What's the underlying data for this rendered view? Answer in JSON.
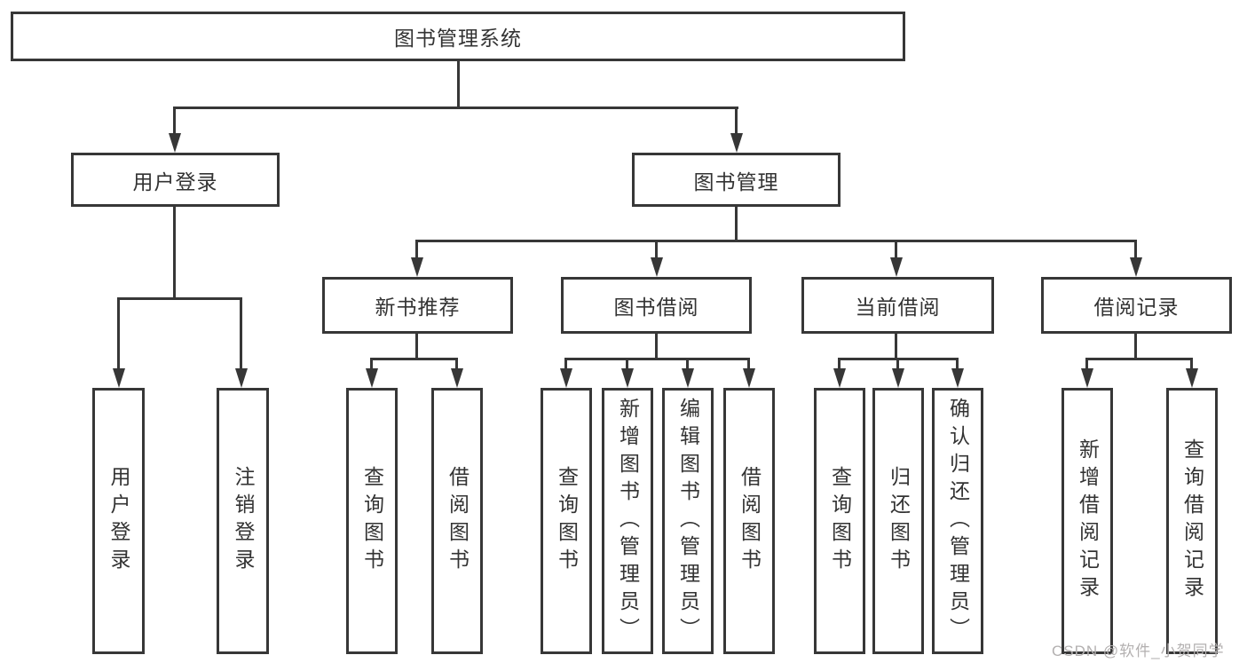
{
  "diagram": {
    "title": "图书管理系统",
    "root": {
      "label": "图书管理系统"
    },
    "branches": [
      {
        "label": "用户登录",
        "children": [
          {
            "label": "用户登录"
          },
          {
            "label": "注销登录"
          }
        ]
      },
      {
        "label": "图书管理",
        "groups": [
          {
            "label": "新书推荐",
            "children": [
              {
                "label": "查询图书"
              },
              {
                "label": "借阅图书"
              }
            ]
          },
          {
            "label": "图书借阅",
            "children": [
              {
                "label": "查询图书"
              },
              {
                "label": "新增图书（管理员）"
              },
              {
                "label": "编辑图书（管理员）"
              },
              {
                "label": "借阅图书"
              }
            ]
          },
          {
            "label": "当前借阅",
            "children": [
              {
                "label": "查询图书"
              },
              {
                "label": "归还图书"
              },
              {
                "label": "确认归还（管理员）"
              }
            ]
          },
          {
            "label": "借阅记录",
            "children": [
              {
                "label": "新增借阅记录"
              },
              {
                "label": "查询借阅记录"
              }
            ]
          }
        ]
      }
    ]
  },
  "watermark": "CSDN @软件_小贺同学"
}
